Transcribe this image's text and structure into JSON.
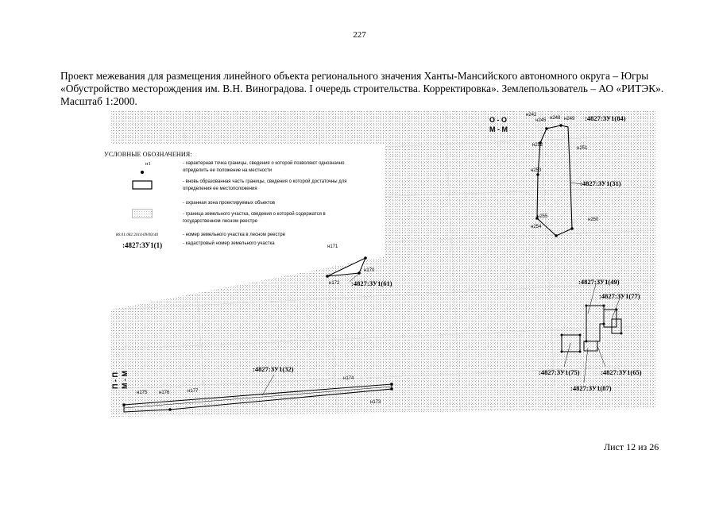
{
  "page_number": "227",
  "title": "Проект межевания для размещения линейного объекта регионального значения Ханты-Мансийского автономного округа – Югры «Обустройство месторождения им. В.Н. Виноградова. I очередь строительства. Корректировка». Землепользователь – АО «РИТЭК». Масштаб 1:2000.",
  "legend": {
    "heading": "УСЛОВНЫЕ ОБОЗНАЧЕНИЯ:",
    "items": [
      {
        "symbol_text": "н1",
        "text": "- характерная точка границы, сведения о которой позволяют однозначно определить ее положение на местности"
      },
      {
        "symbol_text": "",
        "text": "- вновь образованная часть границы, сведения о которой достаточны для определения ее местоположения"
      },
      {
        "symbol_text": "",
        "text": "- охранная зона проектируемых объектов"
      },
      {
        "symbol_text": "",
        "text": "- граница земельного участка, сведения о которой содержатся в государственном лесном реестре"
      },
      {
        "symbol_text": "86:01:082:2014-09/00140",
        "text": "- номер земельного участка в лесном реестре"
      },
      {
        "symbol_text": ":4827:ЗУ1(1)",
        "text": "- кадастровый номер земельного участка"
      }
    ]
  },
  "map": {
    "section_labels": {
      "oo": "О - О",
      "mm": "М - М",
      "pp": "П - П",
      "mm_vertical": "М - М"
    },
    "parcel_labels": [
      ":4827:ЗУ1(84)",
      ":4827:ЗУ1(31)",
      ":4827:ЗУ1(61)",
      ":4827:ЗУ1(49)",
      ":4827:ЗУ1(77)",
      ":4827:ЗУ1(32)",
      ":4827:ЗУ1(75)",
      ":4827:ЗУ1(65)",
      ":4827:ЗУ1(87)"
    ],
    "point_labels": [
      "н242",
      "н245",
      "н248",
      "н249",
      "н252",
      "н251",
      "н253",
      "н255",
      "н250",
      "н254",
      "н171",
      "н170",
      "н172",
      "н175",
      "н176",
      "н177",
      "н174",
      "н173"
    ]
  },
  "sheet": "Лист 12 из 26"
}
